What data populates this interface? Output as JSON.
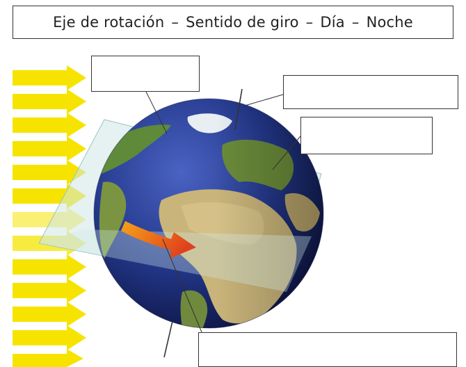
{
  "word_bank": {
    "terms": [
      "Eje de rotación",
      "Sentido de giro",
      "Día",
      "Noche"
    ],
    "separator": "–"
  },
  "answer_boxes": [
    {
      "id": "box-1",
      "value": ""
    },
    {
      "id": "box-2",
      "value": ""
    },
    {
      "id": "box-3",
      "value": ""
    },
    {
      "id": "box-4",
      "value": ""
    }
  ],
  "colors": {
    "sun_rays": "#f6e400",
    "ocean": "#1d2e78",
    "land": "#c9b47a",
    "rotation_arrow": "#e0401c",
    "plane": "#cfe8e6"
  },
  "icons": [
    "sun-ray-arrow-icon",
    "rotation-arrow-icon",
    "earth-globe-icon"
  ]
}
